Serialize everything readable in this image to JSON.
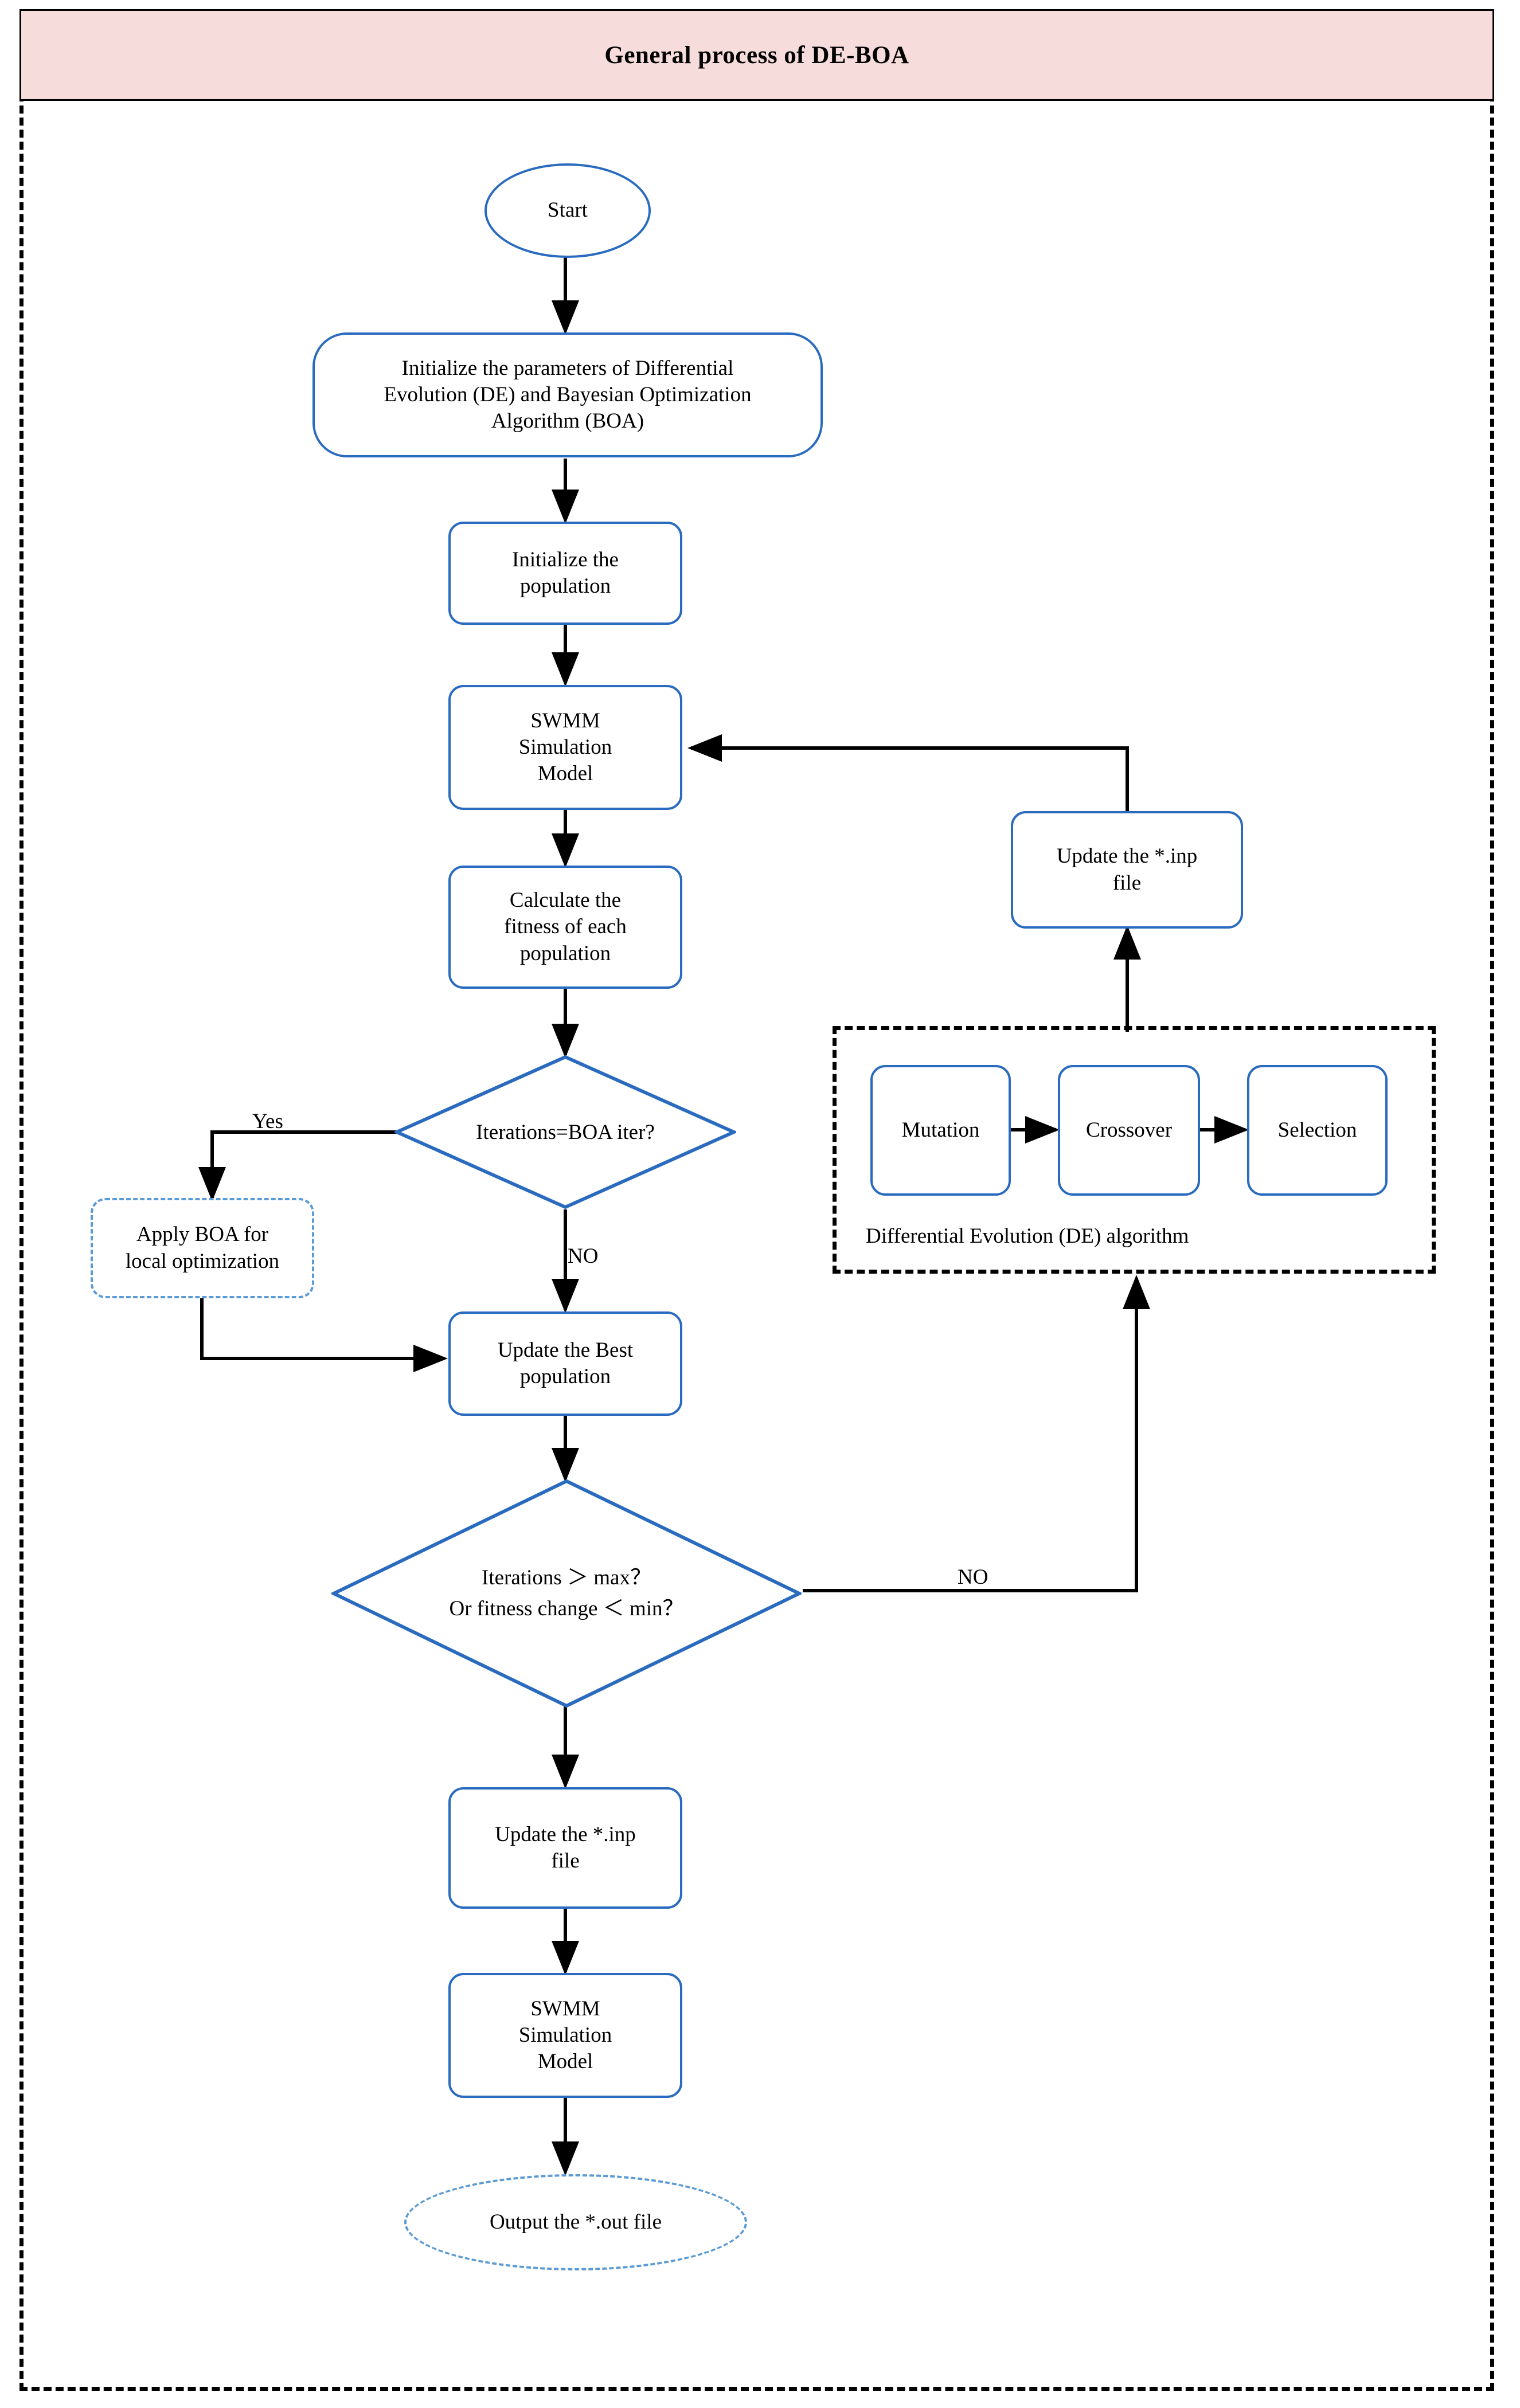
{
  "header": {
    "title": "General process of DE-BOA"
  },
  "nodes": {
    "start": "Start",
    "init_params": "Initialize the parameters of Differential\nEvolution (DE) and Bayesian Optimization\nAlgorithm (BOA)",
    "init_population": "Initialize the\npopulation",
    "swmm_model_1": "SWMM\nSimulation\nModel",
    "calc_fitness": "Calculate the\nfitness of each\npopulation",
    "decision_boa": "Iterations=BOA iter?",
    "apply_boa": "Apply BOA for\nlocal optimization",
    "update_best": "Update the Best\npopulation",
    "decision_max": "Iterations ＞ max？\nOr fitness change ＜ min？",
    "update_inp_1": "Update the *.inp\nfile",
    "swmm_model_2": "SWMM\nSimulation\nModel",
    "output": "Output the *.out file",
    "update_inp_2": "Update the *.inp\nfile",
    "mutation": "Mutation",
    "crossover": "Crossover",
    "selection": "Selection"
  },
  "labels": {
    "yes": "Yes",
    "no_boa": "NO",
    "no_max": "NO",
    "de_group": "Differential Evolution (DE) algorithm"
  },
  "colors": {
    "node_border": "#2a6bbf",
    "node_border_light": "#5b9bd5",
    "title_background": "#f7dcdc",
    "frame": "#000000",
    "arrow": "#000000"
  }
}
